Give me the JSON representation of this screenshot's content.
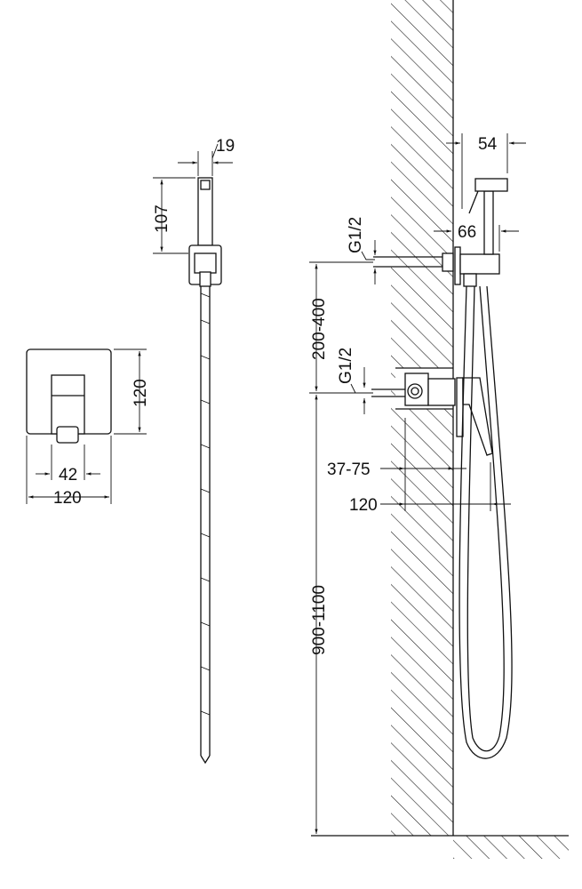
{
  "drawing": {
    "handshower_dims": {
      "head_width": "19",
      "head_height": "107"
    },
    "plate_dims": {
      "height": "120",
      "lever_width": "42",
      "width": "120"
    },
    "side_dims": {
      "holder_depth": "54",
      "outlet_depth": "66",
      "upper_thread": "G1/2",
      "outlet_spacing": "200-400",
      "lower_thread": "G1/2",
      "install_depth": "37-75",
      "total_depth": "120",
      "mount_height": "900-1100"
    },
    "colors": {
      "line": "#111111",
      "background": "#ffffff"
    }
  }
}
